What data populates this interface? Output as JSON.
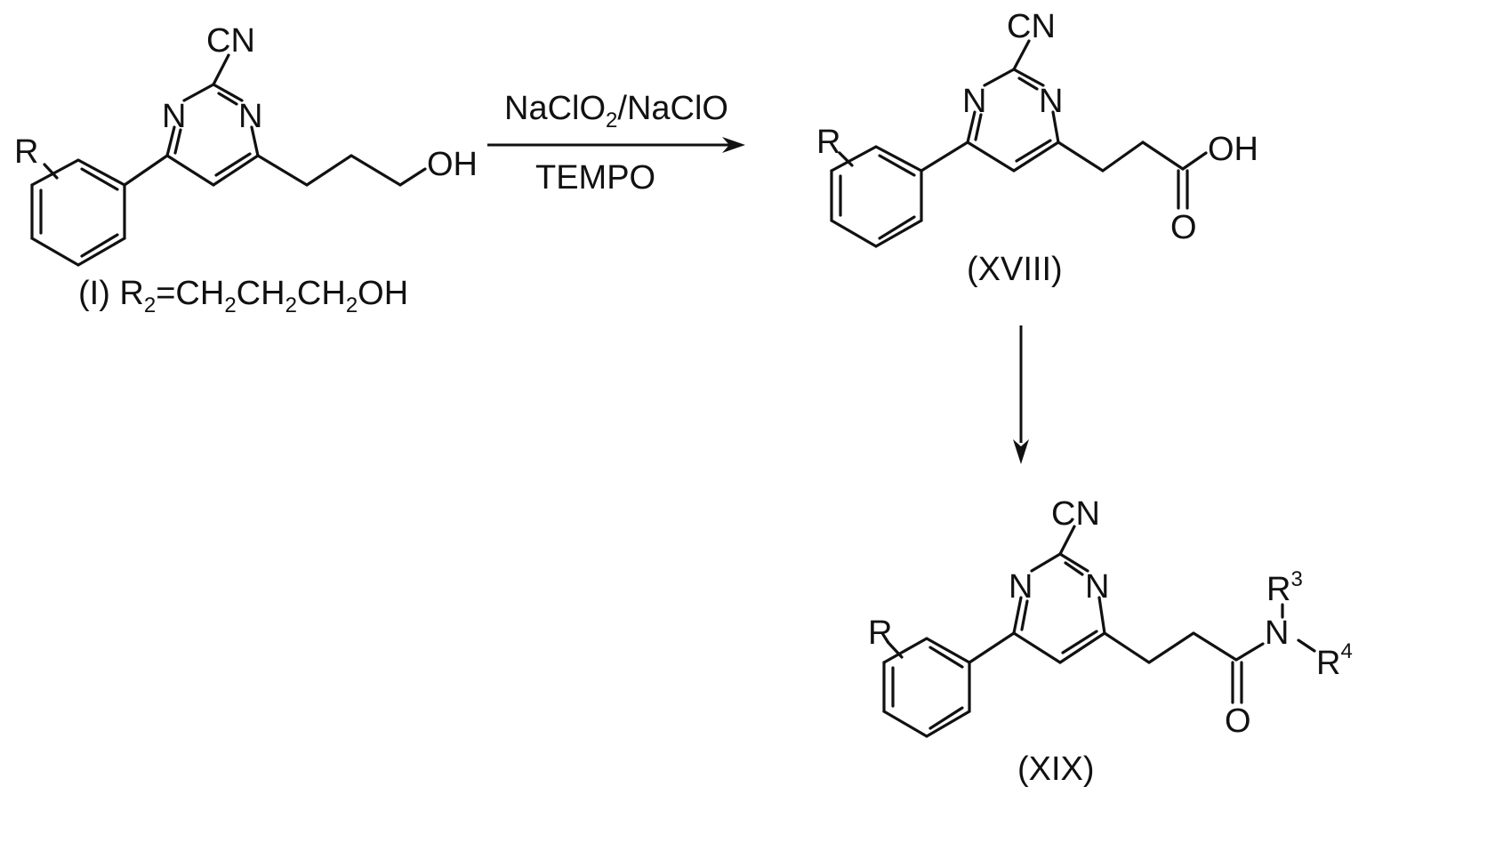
{
  "scheme": {
    "reagent_top_main": "NaClO",
    "reagent_top_sub": "2",
    "reagent_top_tail": "/NaClO",
    "reagent_bottom": "TEMPO"
  },
  "compounds": {
    "I": {
      "caption_prefix": "(I) R",
      "caption_sub1": "2",
      "caption_mid1": "=CH",
      "caption_sub2": "2",
      "caption_mid2": "CH",
      "caption_sub3": "2",
      "caption_mid3": "CH",
      "caption_sub4": "2",
      "caption_tail": "OH",
      "atoms": {
        "cn": "CN",
        "n_left": "N",
        "n_right": "N",
        "r": "R",
        "oh": "OH"
      }
    },
    "XVIII": {
      "caption": "(XVIII)",
      "atoms": {
        "cn": "CN",
        "n_left": "N",
        "n_right": "N",
        "r": "R",
        "oh": "OH",
        "o": "O"
      }
    },
    "XIX": {
      "caption": "(XIX)",
      "atoms": {
        "cn": "CN",
        "n_left": "N",
        "n_right": "N",
        "r": "R",
        "n_amide": "N",
        "r3": "R",
        "r3_sup": "3",
        "r4": "R",
        "r4_sup": "4",
        "o": "O"
      }
    }
  }
}
